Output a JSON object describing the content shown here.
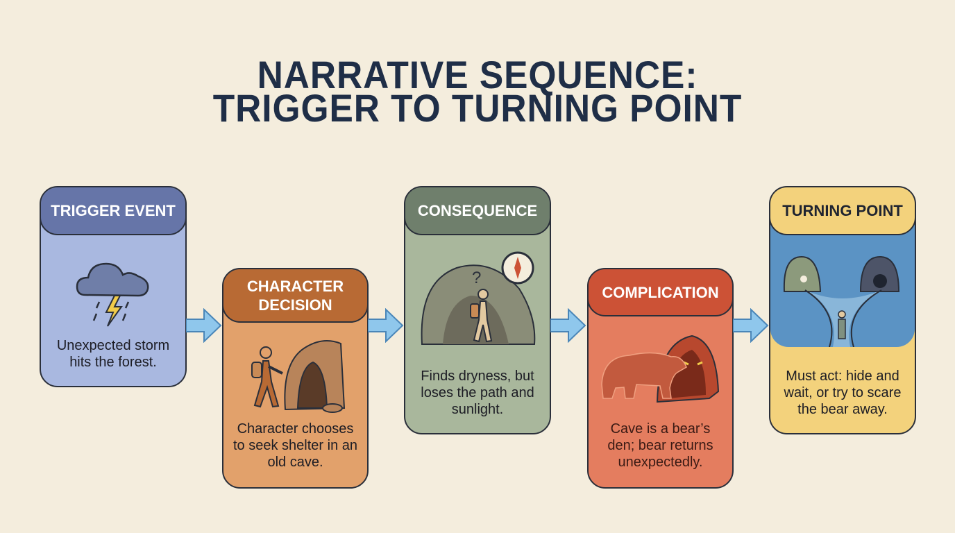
{
  "title": {
    "line1": "NARRATIVE SEQUENCE:",
    "line2": "TRIGGER TO TURNING POINT"
  },
  "steps": [
    {
      "header": "TRIGGER EVENT",
      "text": "Unexpected storm hits the forest.",
      "icon": "storm-cloud-icon",
      "color": "#a9b8e0",
      "header_color": "#6675a8"
    },
    {
      "header": "CHARACTER DECISION",
      "text": "Character chooses to seek shelter in an old cave.",
      "icon": "hiker-cave-icon",
      "color": "#e2a16b",
      "header_color": "#b86a34"
    },
    {
      "header": "CONSEQUENCE",
      "text": "Finds dryness, but loses the path and sunlight.",
      "icon": "lost-in-cave-compass-icon",
      "color": "#a9b79c",
      "header_color": "#6f7f6c"
    },
    {
      "header": "COMPLICATION",
      "text": "Cave is a bear’s den; bear returns unexpectedly.",
      "icon": "bear-den-icon",
      "color": "#e47d5f",
      "header_color": "#cc5236"
    },
    {
      "header": "TURNING POINT",
      "text": "Must act: hide and wait, or try to scare the bear away.",
      "icon": "forked-path-caves-icon",
      "color": "#f3d27c",
      "header_color": "#f3d27c"
    }
  ],
  "arrow_color": "#8fc7ec"
}
